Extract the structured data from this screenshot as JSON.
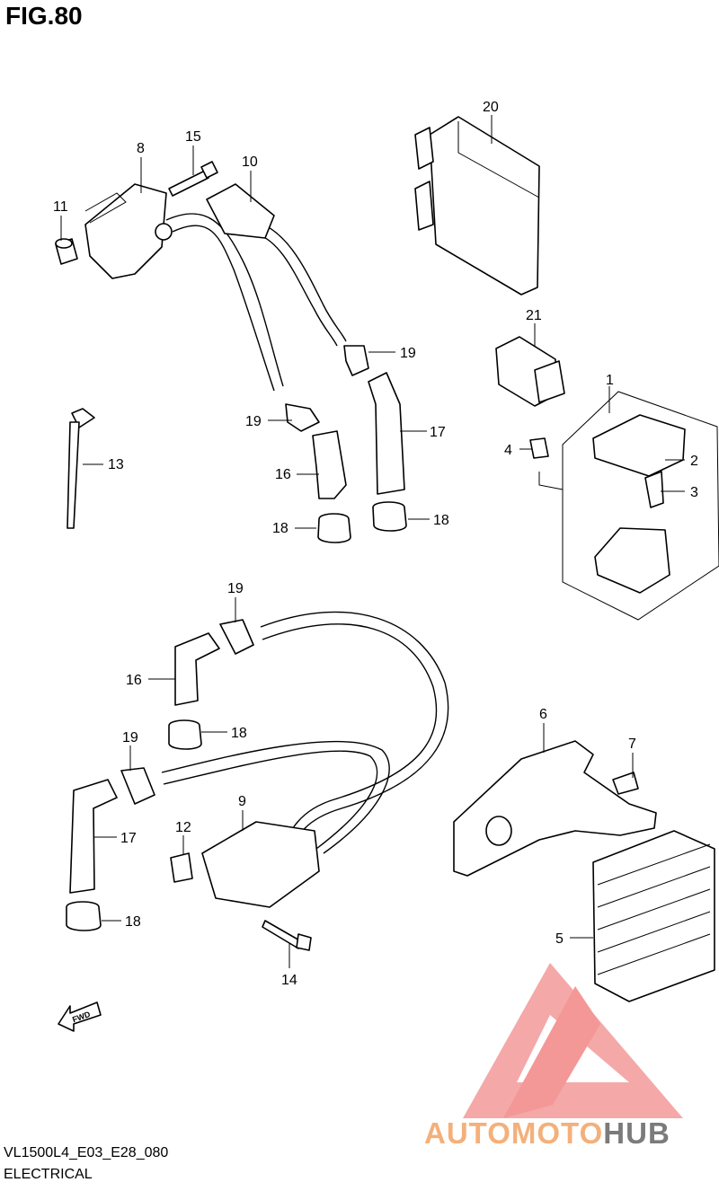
{
  "figure": {
    "title": "FIG.80"
  },
  "footer": {
    "model_code": "VL1500L4_E03_E28_080",
    "section": "ELECTRICAL"
  },
  "watermark": {
    "brand_part1": "AUTOMOTO",
    "brand_part2": "HUB"
  },
  "fwd_label": "FWD",
  "callouts": {
    "c1": "1",
    "c2": "2",
    "c3": "3",
    "c4": "4",
    "c5": "5",
    "c6": "6",
    "c7": "7",
    "c8": "8",
    "c9": "9",
    "c10": "10",
    "c11": "11",
    "c12": "12",
    "c13": "13",
    "c14": "14",
    "c15": "15",
    "c16a": "16",
    "c16b": "16",
    "c17a": "17",
    "c17b": "17",
    "c18a": "18",
    "c18b": "18",
    "c18c": "18",
    "c18d": "18",
    "c19a": "19",
    "c19b": "19",
    "c19c": "19",
    "c19d": "19",
    "c20": "20",
    "c21": "21"
  },
  "colors": {
    "watermark_red": "#f08080",
    "brand_orange": "#f4b07a",
    "brand_gray": "#7b7b7b"
  }
}
